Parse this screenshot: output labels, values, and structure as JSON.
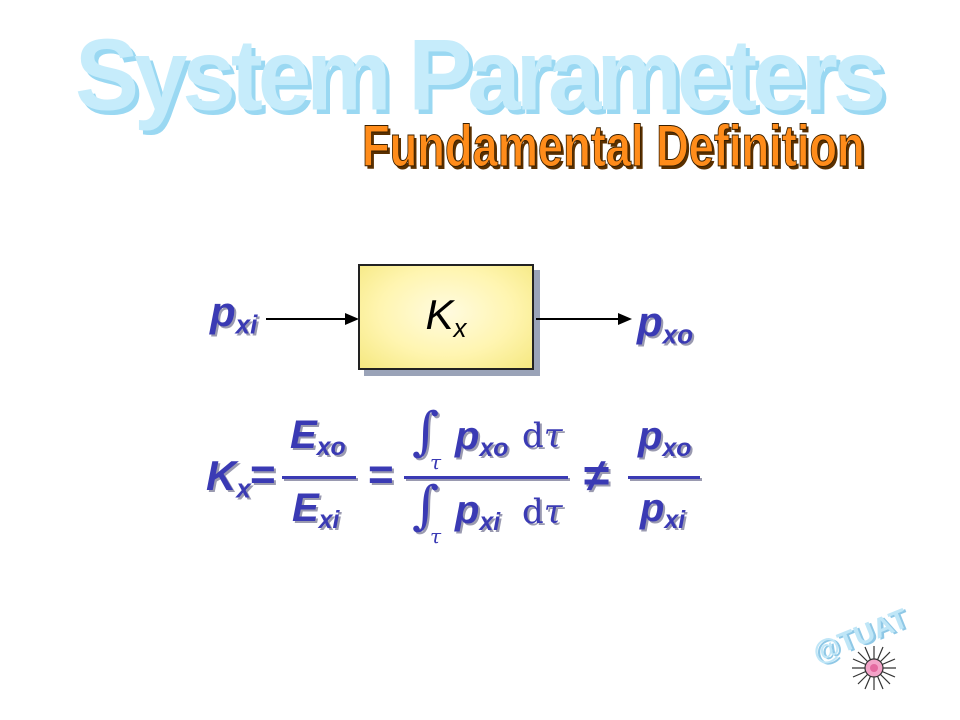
{
  "title": "System Parameters",
  "subtitle": "Fundamental Definition",
  "diagram": {
    "input": {
      "base": "p",
      "sub": "xi"
    },
    "block": {
      "base": "K",
      "sub": "x"
    },
    "output": {
      "base": "p",
      "sub": "xo"
    }
  },
  "equation": {
    "lhs": {
      "base": "K",
      "sub": "x"
    },
    "eq1": "=",
    "frac1": {
      "num_base": "E",
      "num_sub": "xo",
      "den_base": "E",
      "den_sub": "xi"
    },
    "eq2": "=",
    "frac2": {
      "integral": "∫",
      "int_sub": "τ",
      "num_base": "p",
      "num_sub": "xo",
      "den_base": "p",
      "den_sub": "xi",
      "d": "d",
      "tau": "τ"
    },
    "neq": "≠",
    "frac3": {
      "num_base": "p",
      "num_sub": "xo",
      "den_base": "p",
      "den_sub": "xi"
    }
  },
  "watermark": "@TUAT",
  "colors": {
    "title": "#c6ecfb",
    "subtitle": "#ff8c1a",
    "symbol": "#3a3ab4",
    "box_fill": "#fff5b0"
  }
}
